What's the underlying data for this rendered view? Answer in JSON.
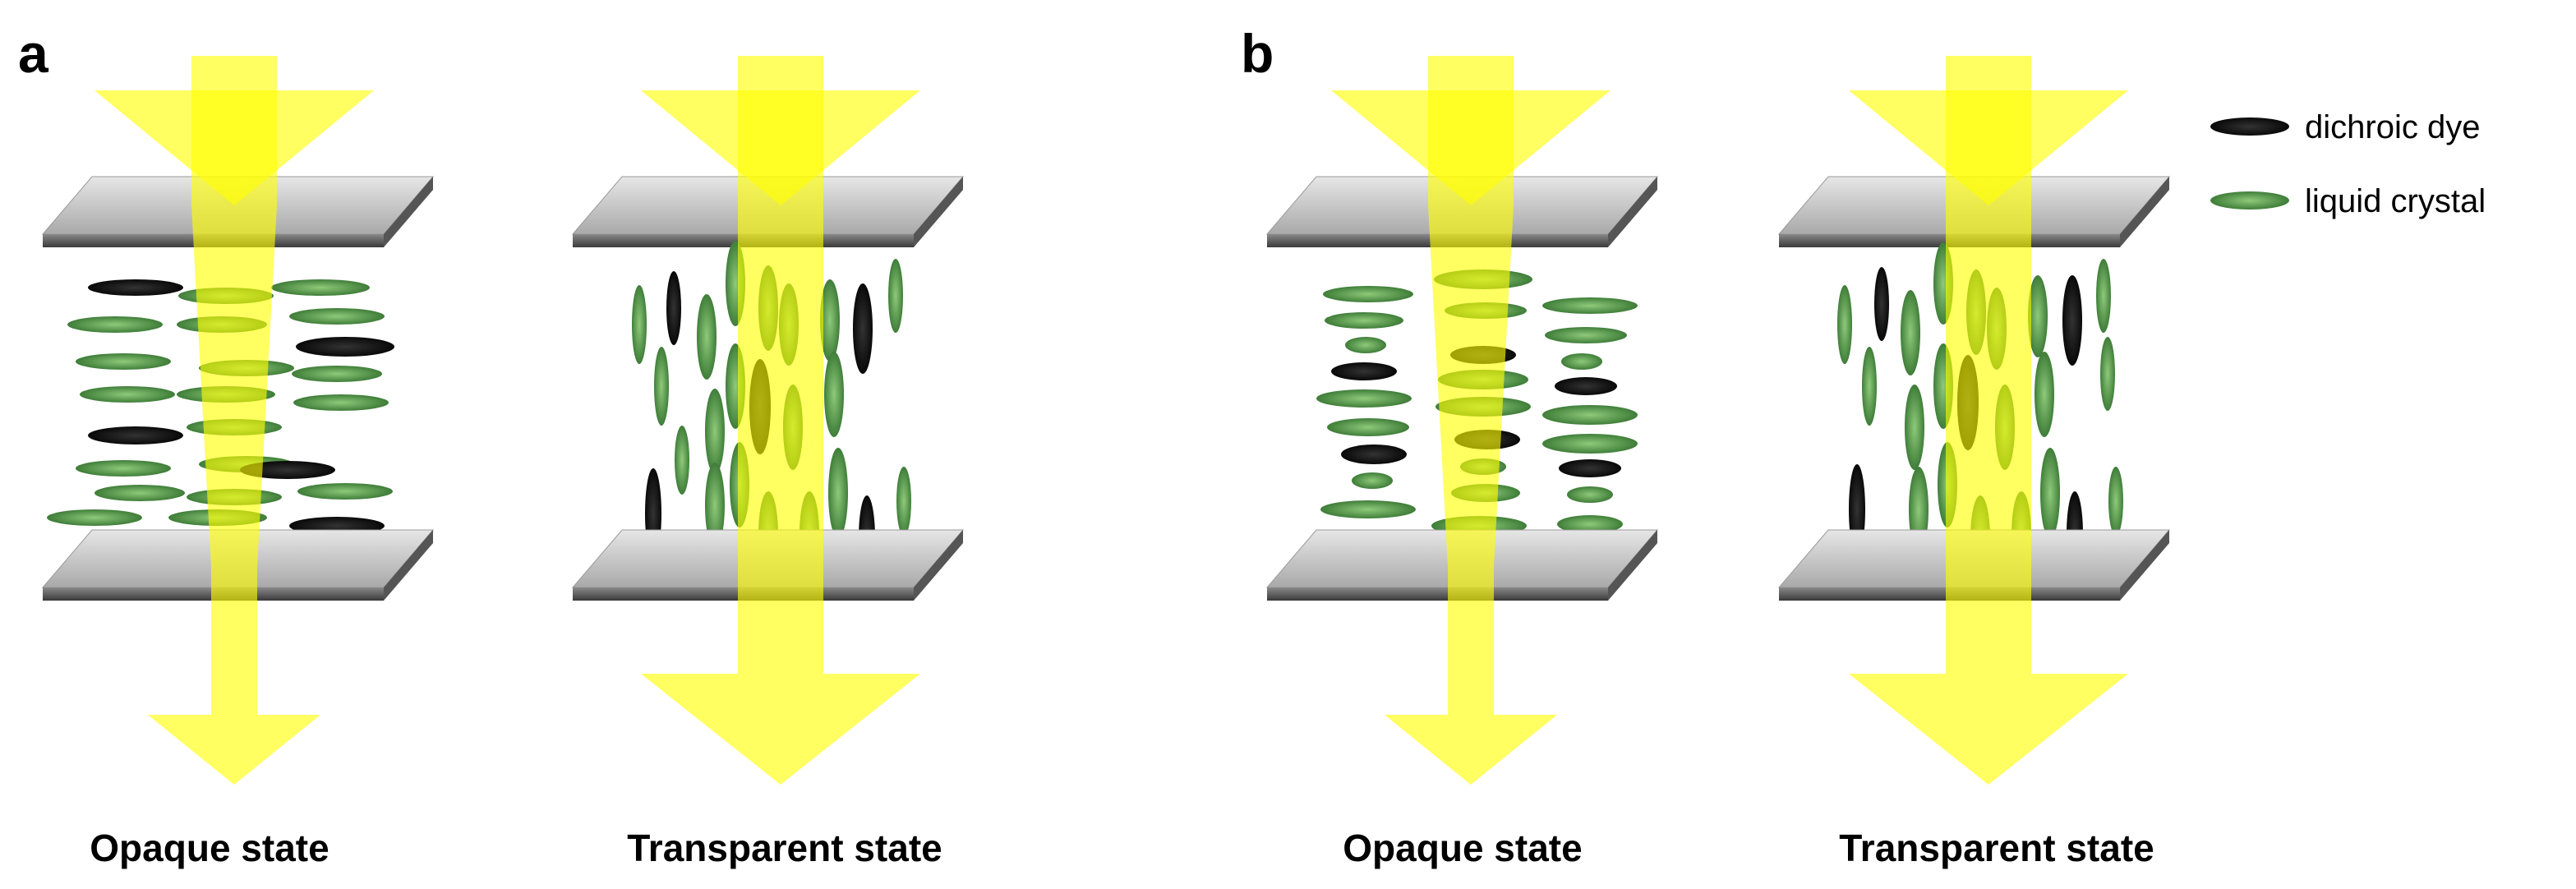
{
  "panels": [
    {
      "letter": "a",
      "captions": [
        "Opaque state",
        "Transparent state"
      ]
    },
    {
      "letter": "b",
      "captions": [
        "Opaque state",
        "Transparent state"
      ]
    }
  ],
  "legend": {
    "dye_label": "dichroic dye",
    "lc_label": "liquid  crystal"
  },
  "colors": {
    "light": "#ffff00",
    "dye": "#000000",
    "liquid_crystal": "#3f8a3a",
    "plate": "#b8b8b8"
  }
}
